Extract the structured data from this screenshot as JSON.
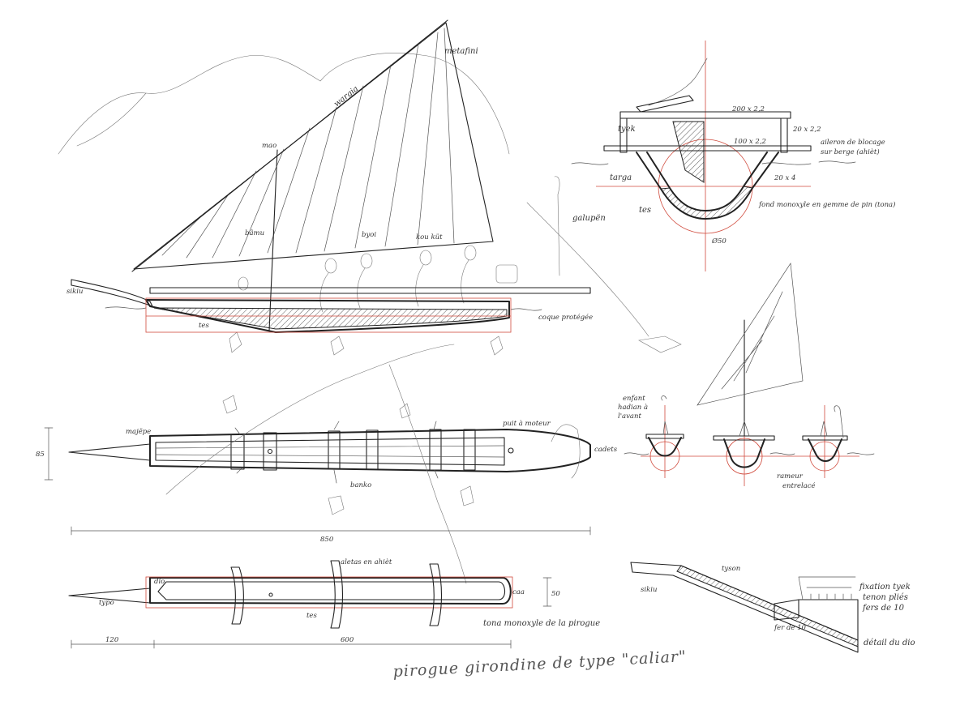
{
  "title": "pirogue girondine de type \"caliar\"",
  "side_view": {
    "labels": {
      "metafini": "metafini",
      "wargia": "wargia",
      "mao": "mao",
      "bamboo": "bâmu",
      "byoi": "byoi",
      "kou_kut": "kou küt",
      "galupen": "galupën",
      "sikiu": "sikiu",
      "tes": "tes",
      "coque": "coque protégée"
    }
  },
  "plan_view": {
    "labels": {
      "majepe": "majëpe",
      "puit": "puit à moteur",
      "cadets": "cadets",
      "banko": "banko"
    },
    "beam": "85",
    "length": "850"
  },
  "hull_view": {
    "labels": {
      "dio": "dio",
      "typo": "typo",
      "aletas": "aletas en ahièt",
      "tes": "tes",
      "caa": "caa",
      "tona": "tona monoxyle de la pirogue"
    },
    "depth": "50",
    "length_a": "120",
    "length_b": "600"
  },
  "section_view": {
    "labels": {
      "tyek": "tyek",
      "targa": "targa",
      "tes": "tes",
      "dim1": "200 x 2,2",
      "dim2": "20 x 2,2",
      "dim3": "100 x 2,2",
      "dim4": "20 x 4",
      "aileron": "aileron de blocage",
      "aileron2": "sur berge (ahièt)",
      "fond": "fond monoxyle en gemme de pin (tona)",
      "diameter": "Ø50"
    }
  },
  "small_sections": {
    "labels": {
      "enfant": "enfant",
      "hadian": "hadian à",
      "lavant": "l'avant",
      "rameur": "rameur",
      "rameur2": "entrelacé"
    }
  },
  "detail_view": {
    "labels": {
      "tyson": "tyson",
      "sikiu": "sikiu",
      "fixation": "fixation tyek",
      "fixation2": "tenon pliés",
      "fers": "fers de 10",
      "fer10": "fer de 10",
      "detail": "détail du dio"
    }
  }
}
